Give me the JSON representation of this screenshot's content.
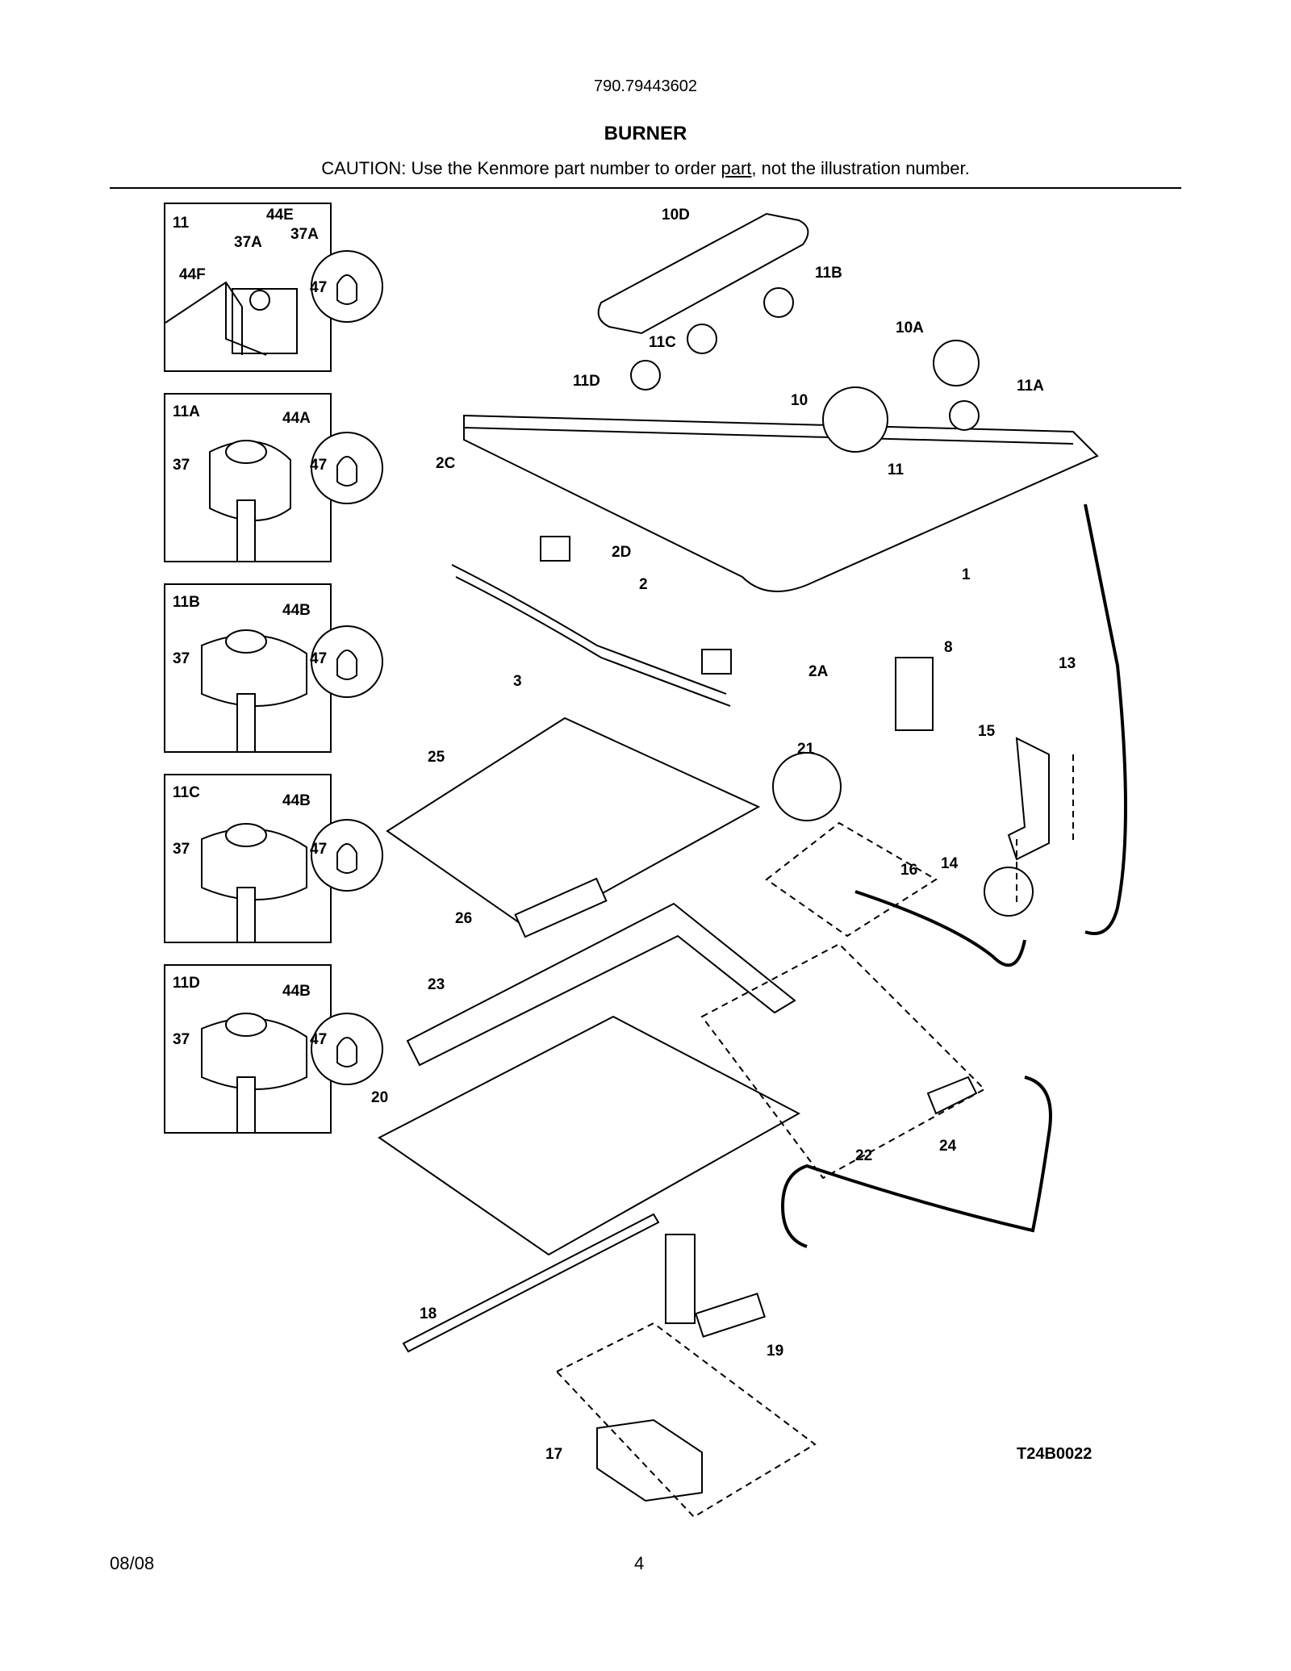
{
  "header": {
    "model_number": "790.79443602",
    "title": "BURNER",
    "caution_prefix": "CAUTION: Use the Kenmore part number to order ",
    "caution_link": "part",
    "caution_suffix": ", not the illustration number."
  },
  "diagram": {
    "drawing_code": "T24B0022",
    "insets": [
      {
        "label": "11",
        "parts": [
          "44E",
          "37A",
          "37A",
          "44F",
          "47"
        ]
      },
      {
        "label": "11A",
        "parts": [
          "44A",
          "37",
          "47"
        ]
      },
      {
        "label": "11B",
        "parts": [
          "44B",
          "37",
          "47"
        ]
      },
      {
        "label": "11C",
        "parts": [
          "44B",
          "37",
          "47"
        ]
      },
      {
        "label": "11D",
        "parts": [
          "44B",
          "37",
          "47"
        ]
      }
    ],
    "callouts": [
      "10D",
      "11B",
      "10A",
      "11C",
      "11D",
      "10",
      "11A",
      "11",
      "2C",
      "2D",
      "1",
      "2",
      "3",
      "2A",
      "8",
      "13",
      "21",
      "25",
      "15",
      "16",
      "14",
      "26",
      "23",
      "24",
      "20",
      "22",
      "18",
      "19",
      "17"
    ]
  },
  "footer": {
    "date": "08/08",
    "page": "4"
  }
}
